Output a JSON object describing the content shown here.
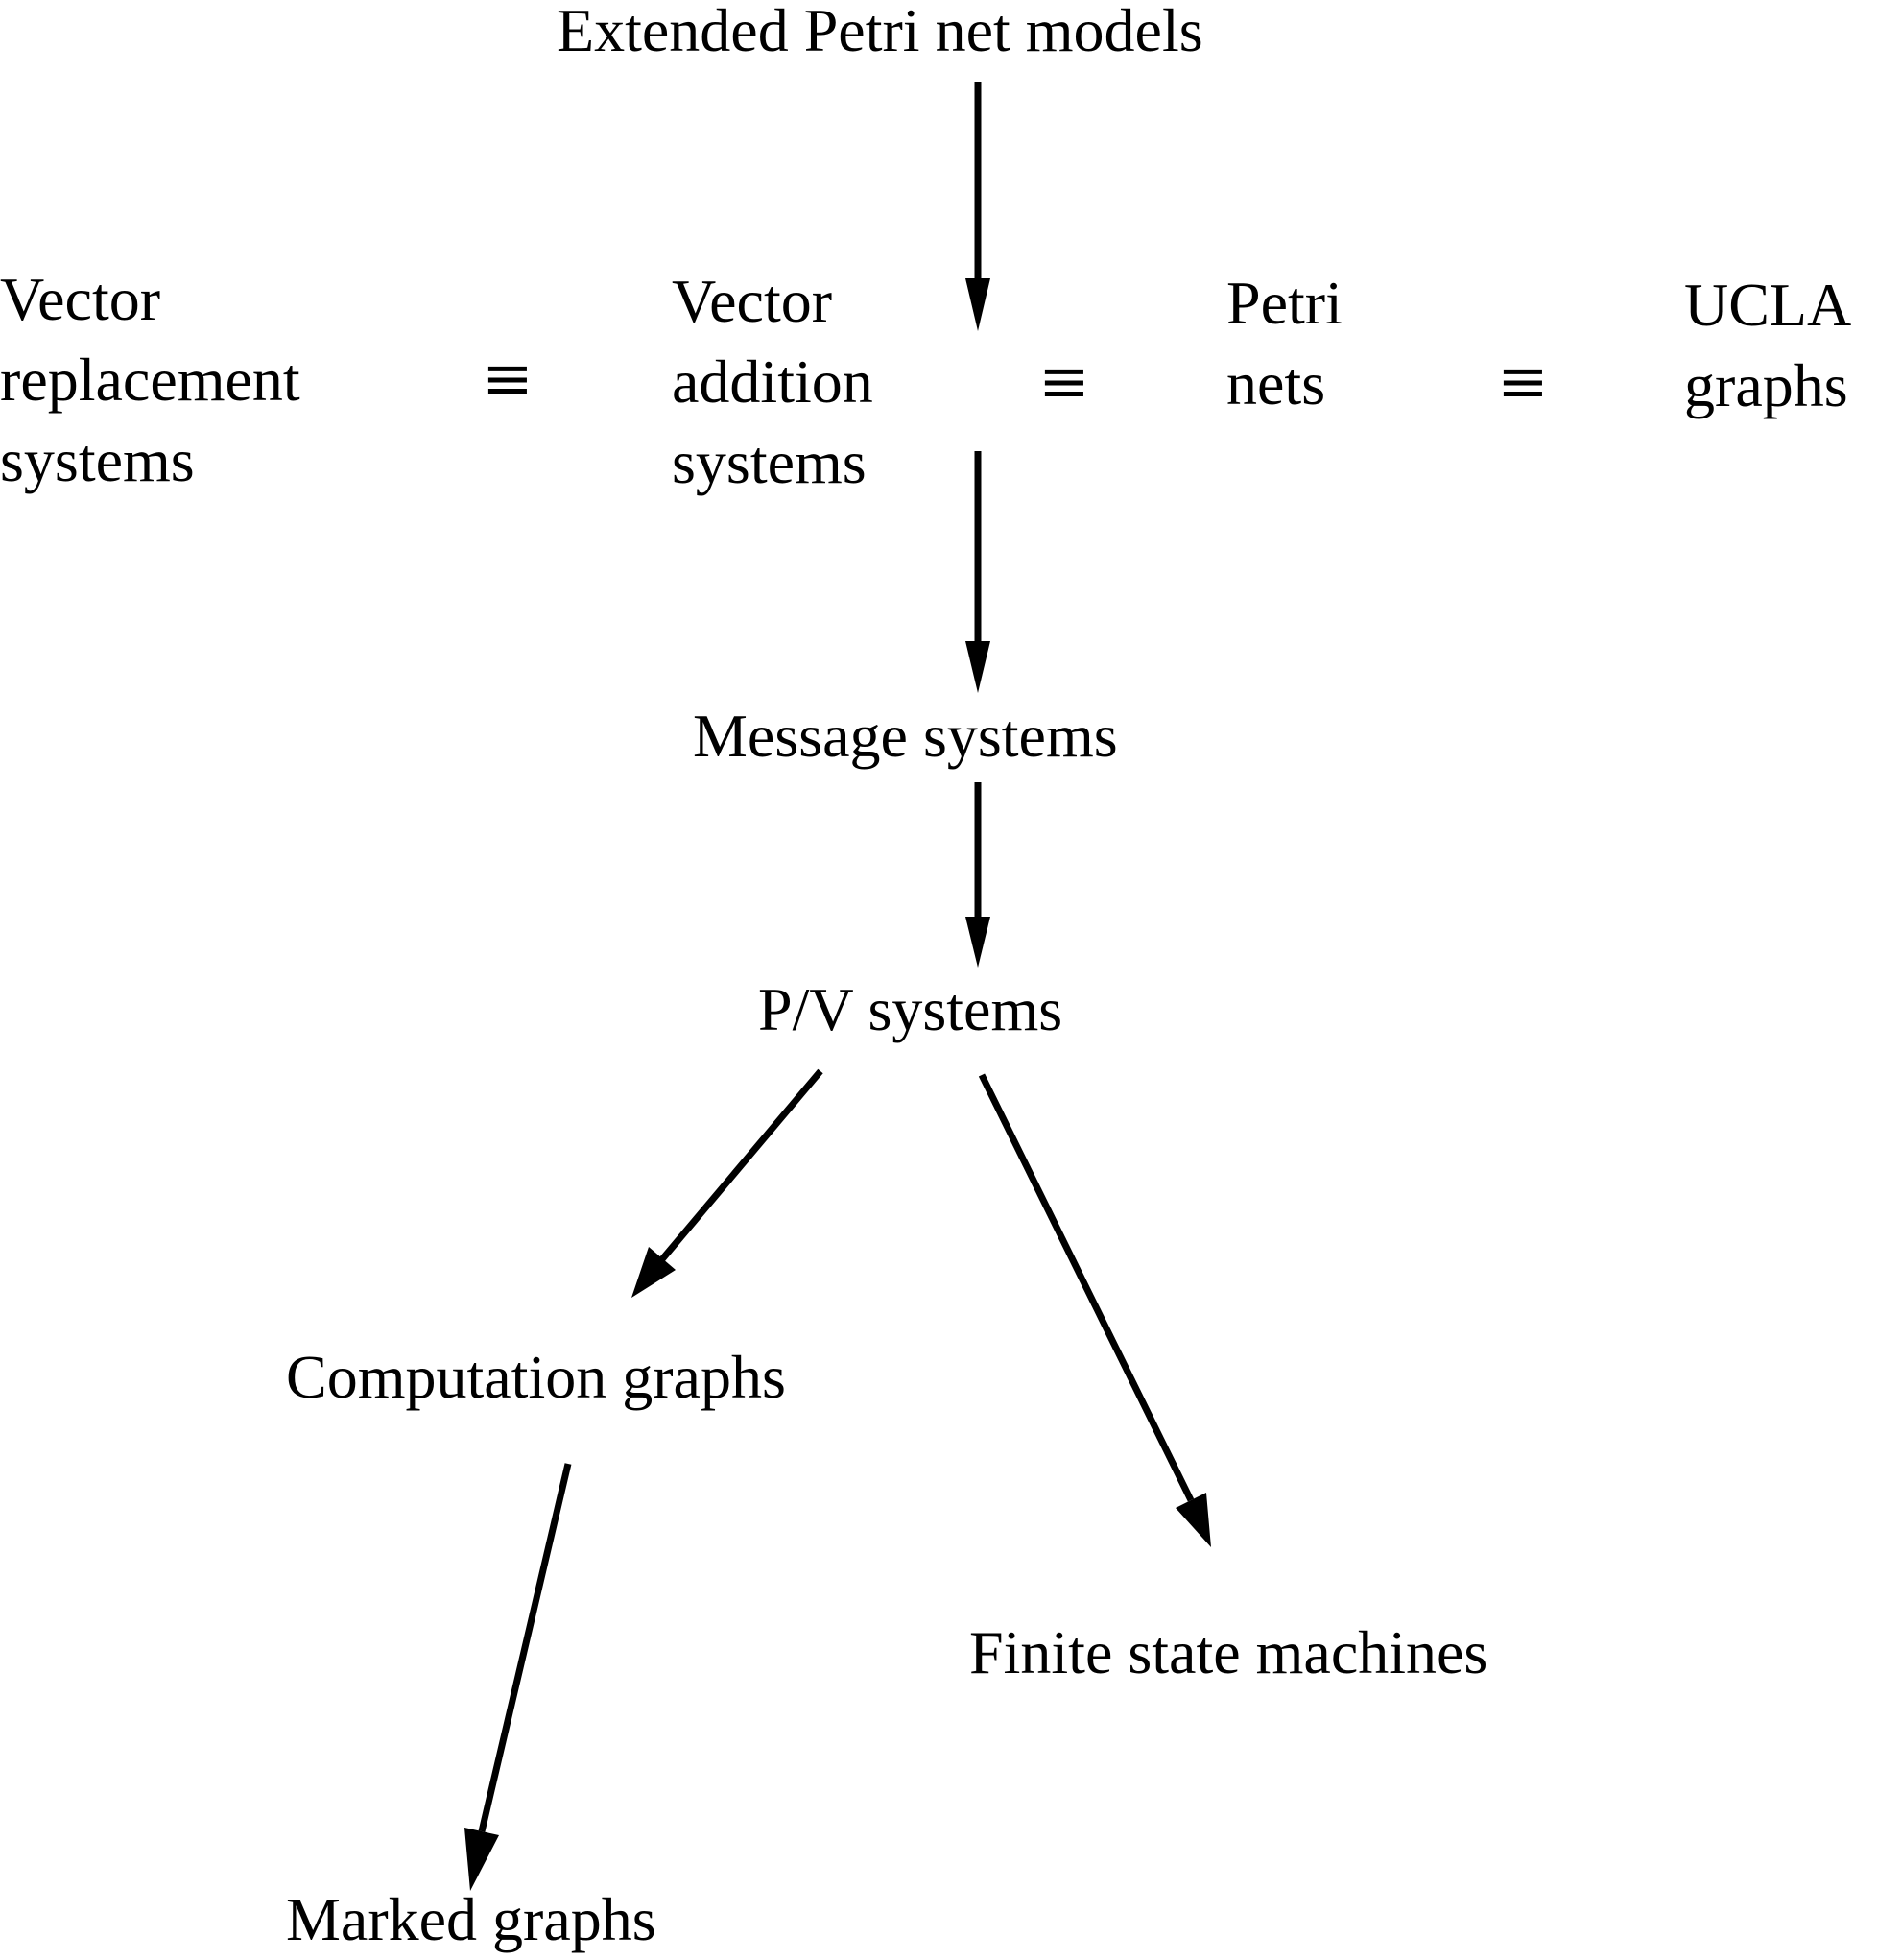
{
  "nodes": {
    "extended_petri_net_models": "Extended Petri net models",
    "vector_replacement_systems": [
      "Vector",
      "replacement",
      "systems"
    ],
    "vector_addition_systems": [
      "Vector",
      "addition",
      "systems"
    ],
    "petri_nets": [
      "Petri",
      "nets"
    ],
    "ucla_graphs": [
      "UCLA",
      "graphs"
    ],
    "message_systems": "Message systems",
    "pv_systems": "P/V systems",
    "computation_graphs": "Computation graphs",
    "finite_state_machines": "Finite state machines",
    "marked_graphs": "Marked graphs"
  },
  "equivalence_symbol": "≡",
  "edges": [
    {
      "from": "extended_petri_net_models",
      "to": "vector_addition_systems",
      "type": "arrow"
    },
    {
      "from": "vector_replacement_systems",
      "to": "vector_addition_systems",
      "type": "equivalent"
    },
    {
      "from": "vector_addition_systems",
      "to": "petri_nets",
      "type": "equivalent"
    },
    {
      "from": "petri_nets",
      "to": "ucla_graphs",
      "type": "equivalent"
    },
    {
      "from": "vector_addition_systems",
      "to": "message_systems",
      "type": "arrow"
    },
    {
      "from": "message_systems",
      "to": "pv_systems",
      "type": "arrow"
    },
    {
      "from": "pv_systems",
      "to": "computation_graphs",
      "type": "arrow"
    },
    {
      "from": "pv_systems",
      "to": "finite_state_machines",
      "type": "arrow"
    },
    {
      "from": "computation_graphs",
      "to": "marked_graphs",
      "type": "arrow"
    }
  ]
}
